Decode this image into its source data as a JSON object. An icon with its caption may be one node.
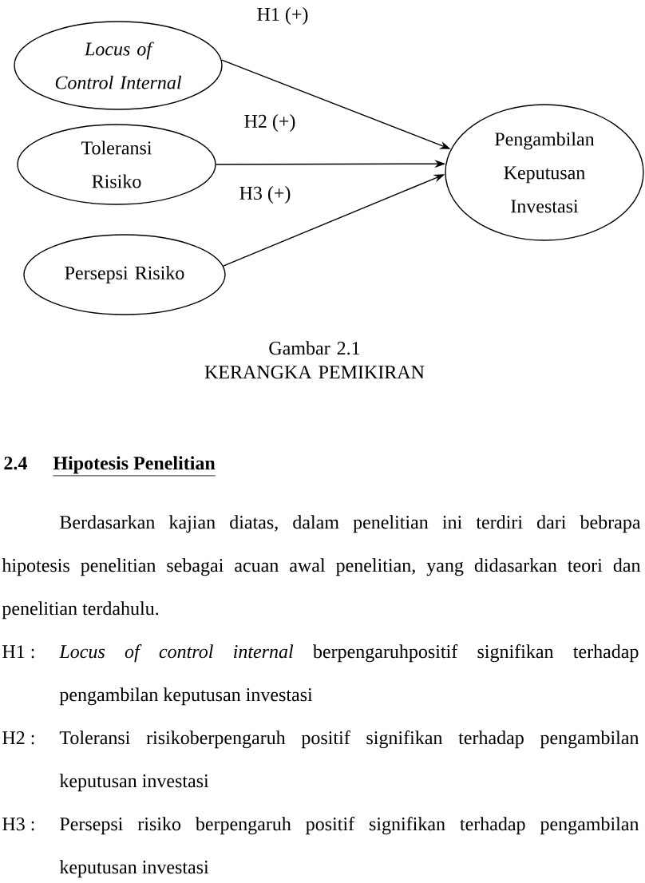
{
  "diagram": {
    "caption": "Gambar 2.1 KERANGKA PEMIKIRAN",
    "nodes": [
      {
        "text": [
          "Locus of Control Internal"
        ]
      },
      {
        "text": [
          "Toleransi Risiko"
        ]
      },
      {
        "text": [
          "Persepsi Risiko"
        ]
      },
      {
        "text": [
          "Pengambilan Keputusan Investasi"
        ]
      }
    ],
    "edges": [
      {
        "from": 0,
        "to": 3,
        "arrow": "to",
        "label": "H1 (+)"
      },
      {
        "from": 1,
        "to": 3,
        "arrow": "to",
        "label": "H2 (+)"
      },
      {
        "from": 2,
        "to": 3,
        "arrow": "to",
        "label": "H3 (+)"
      }
    ],
    "labels": [
      "2.4",
      "Hipotesis Penelitian",
      "Berdasarkan kajian diatas, dalam penelitian ini terdiri dari bebrapa hipotesis penelitian sebagai acuan awal penelitian, yang didasarkan teori dan penelitian terdahulu.",
      "H1 :",
      "*Locus of control internal* berpengaruhpositif signifikan terhadap pengambilan keputusan investasi",
      "H2 :",
      "Toleransi risikoberpengaruh positif signifikan terhadap pengambilan keputusan investasi",
      "H3 :",
      "Persepsi risiko berpengaruh positif signifikan terhadap pengambilan keputusan investasi"
    ]
  }
}
